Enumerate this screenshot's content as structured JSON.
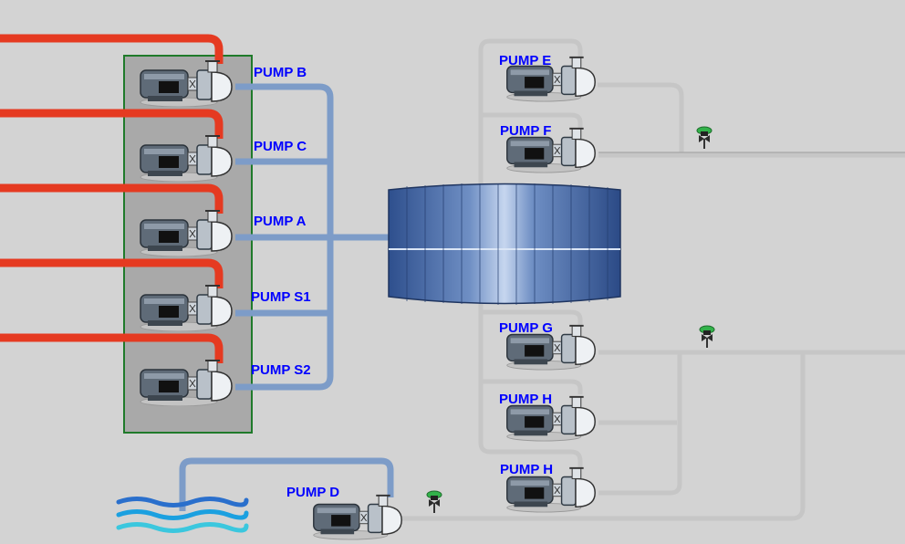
{
  "colors": {
    "background": "#d3d3d3",
    "hot_pipe": "#e53a21",
    "blue_pipe": "#7d9cc8",
    "gray_pipe": "#c6c6c6",
    "label": "#0000ff",
    "skid_fill": "#a9a9a9",
    "skid_border": "#1f7a2a",
    "tank": "#3f62a0",
    "water": "#2a6fcc"
  },
  "pumps": {
    "b": {
      "label": "PUMP B"
    },
    "c": {
      "label": "PUMP C"
    },
    "a": {
      "label": "PUMP A"
    },
    "s1": {
      "label": "PUMP S1"
    },
    "s2": {
      "label": "PUMP S2"
    },
    "e": {
      "label": "PUMP E"
    },
    "f": {
      "label": "PUMP F"
    },
    "g": {
      "label": "PUMP G"
    },
    "h1": {
      "label": "PUMP H"
    },
    "h2": {
      "label": "PUMP H"
    },
    "d": {
      "label": "PUMP D"
    }
  },
  "icons": [
    "pump-icon",
    "valve-icon",
    "tank-icon",
    "water-source-icon"
  ]
}
